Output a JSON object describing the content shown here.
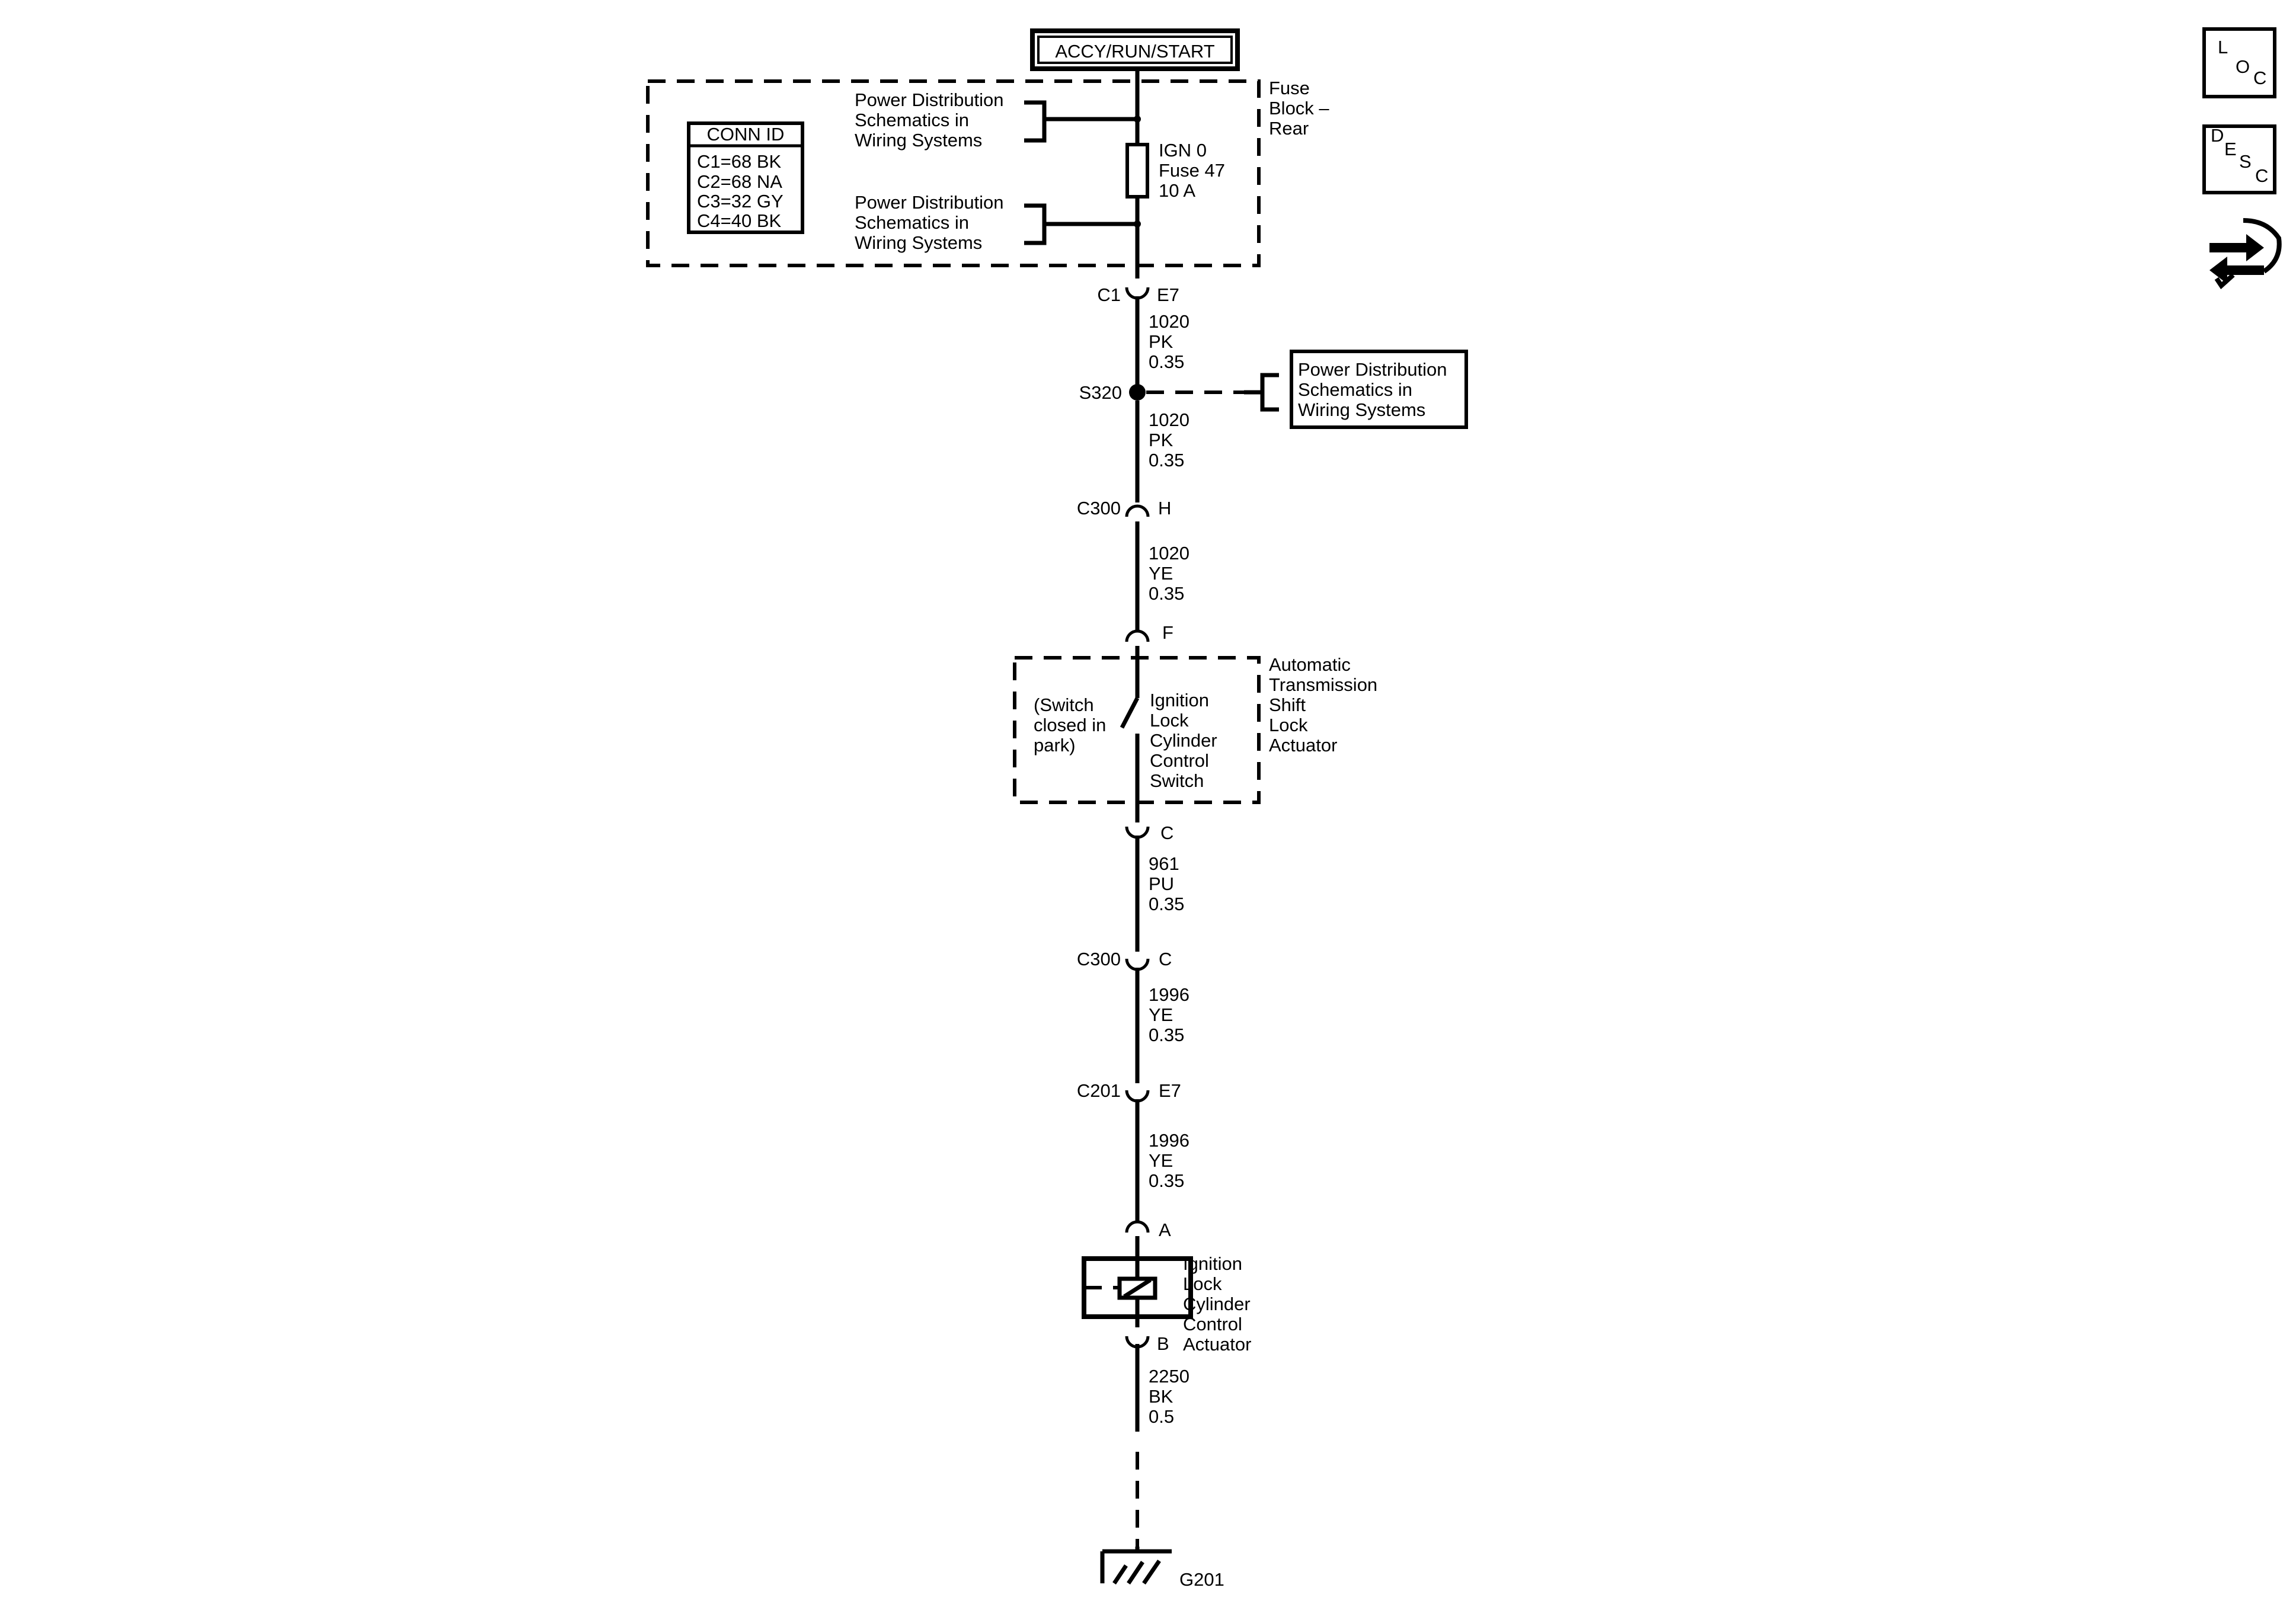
{
  "power_source": "ACCY/RUN/START",
  "fuse_block": {
    "label": [
      "Fuse",
      "Block –",
      "Rear"
    ],
    "ref1": [
      "Power Distribution",
      "Schematics in",
      "Wiring Systems"
    ],
    "ref2": [
      "Power Distribution",
      "Schematics in",
      "Wiring Systems"
    ],
    "fuse": [
      "IGN 0",
      "Fuse 47",
      "10 A"
    ]
  },
  "conn_id": {
    "title": "CONN ID",
    "rows": [
      "C1=68 BK",
      "C2=68 NA",
      "C3=32 GY",
      "C4=40 BK"
    ]
  },
  "connectors": {
    "c1_left": "C1",
    "c1_right": "E7",
    "s320": "S320",
    "c300a_left": "C300",
    "c300a_right": "H",
    "f_pin": "F",
    "c_pin": "C",
    "c300b_left": "C300",
    "c300b_right": "C",
    "c201_left": "C201",
    "c201_right": "E7",
    "a_pin": "A",
    "b_pin": "B",
    "ground": "G201"
  },
  "wires": {
    "w1": [
      "1020",
      "PK",
      "0.35"
    ],
    "w2": [
      "1020",
      "PK",
      "0.35"
    ],
    "w3": [
      "1020",
      "YE",
      "0.35"
    ],
    "w4": [
      "961",
      "PU",
      "0.35"
    ],
    "w5": [
      "1996",
      "YE",
      "0.35"
    ],
    "w6": [
      "1996",
      "YE",
      "0.35"
    ],
    "w7": [
      "2250",
      "BK",
      "0.5"
    ]
  },
  "splice_ref": [
    "Power Distribution",
    "Schematics in",
    "Wiring Systems"
  ],
  "switch": {
    "component": [
      "Automatic",
      "Transmission",
      "Shift",
      "Lock",
      "Actuator"
    ],
    "note": [
      "(Switch",
      "closed in",
      "park)"
    ],
    "name": [
      "Ignition",
      "Lock",
      "Cylinder",
      "Control",
      "Switch"
    ]
  },
  "actuator": [
    "Ignition",
    "Lock",
    "Cylinder",
    "Control",
    "Actuator"
  ],
  "icons": {
    "loc": [
      "L",
      "O",
      "C"
    ],
    "desc": [
      "D",
      "E",
      "S",
      "C"
    ],
    "nav": "swap-arrows-icon"
  }
}
